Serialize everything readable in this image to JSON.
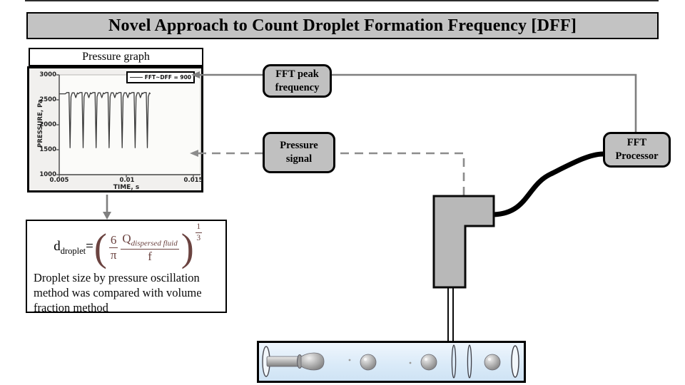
{
  "title_banner": "Novel Approach to Count Droplet Formation Frequency [DFF]",
  "graph": {
    "title": "Pressure graph",
    "ylabel": "PRESSURE, Pa",
    "xlabel": "TIME, s",
    "yticks": [
      "3000",
      "2500",
      "2000",
      "1500",
      "1000"
    ],
    "xticks": [
      "0.005",
      "0.01",
      "0.015"
    ],
    "legend": "FFT~DFF = 900"
  },
  "chart_data": {
    "type": "line",
    "title": "Pressure graph",
    "xlabel": "TIME, s",
    "ylabel": "PRESSURE, Pa",
    "xlim": [
      0.005,
      0.015
    ],
    "ylim": [
      1000,
      3000
    ],
    "xticks": [
      0.005,
      0.01,
      0.015
    ],
    "yticks": [
      1000,
      1500,
      2000,
      2500,
      3000
    ],
    "grid": false,
    "legend_position": "top-right",
    "series": [
      {
        "name": "FFT~DFF = 900",
        "description": "Pressure oscillation signal: baseline ~2620 Pa with sharp periodic dips to ~1540 Pa at each droplet formation event; shallow notches ~2545 Pa between dips; droplet formation frequency ~900 Hz",
        "baseline_pa": 2620,
        "dip_min_pa": 1540,
        "shallow_notch_pa": 2545,
        "signal_start_s": 0.005,
        "signal_end_s": 0.0118,
        "dip_times_s": [
          0.00575,
          0.00672,
          0.00769,
          0.00866,
          0.00963,
          0.0106,
          0.01151
        ],
        "dff_hz": 900
      }
    ]
  },
  "flow_boxes": {
    "fft_peak_line1": "FFT peak",
    "fft_peak_line2": "frequency",
    "pressure_signal_line1": "Pressure",
    "pressure_signal_line2": "signal",
    "fft_processor_line1": "FFT",
    "fft_processor_line2": "Processor"
  },
  "equation_box": {
    "lhs_base": "d",
    "lhs_sub": "droplet",
    "equals": "=",
    "paren_open": "(",
    "paren_close": ")",
    "frac1_num": "6",
    "frac1_den": "π",
    "frac2_num_base": "Q",
    "frac2_num_sub": "dispersed fluid",
    "frac2_den": "f",
    "exponent_num": "1",
    "exponent_den": "3",
    "caption": "Droplet size by pressure oscillation method was compared with volume fraction method"
  },
  "colors": {
    "banner_fill": "#c3c3c3",
    "box_fill": "#c0c0c0",
    "line_gray": "#7f7f7f",
    "dashed_gray": "#8c8c8c",
    "channel_fill": "#d9eaf8",
    "formula_accent": "#6b4340",
    "waveform": "#3a3a3a"
  }
}
